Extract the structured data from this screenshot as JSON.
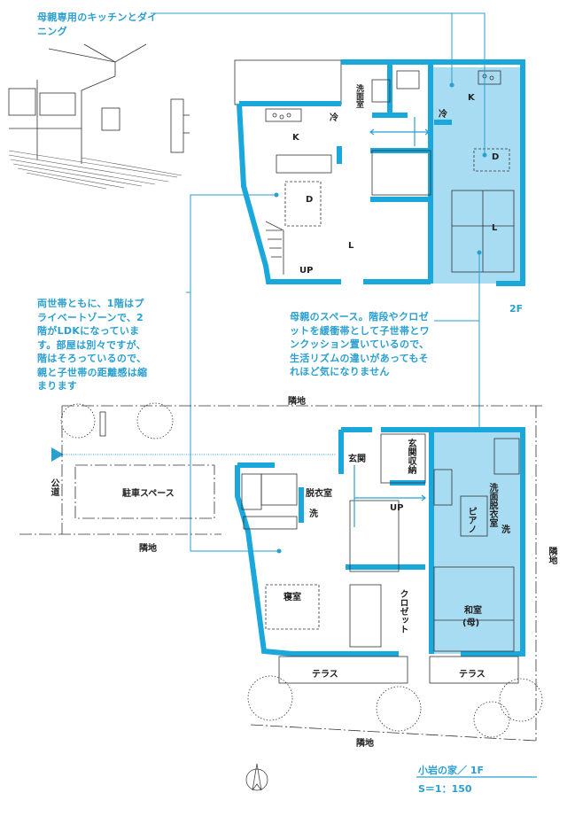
{
  "colors": {
    "wall": "#1aa8dc",
    "mother_zone": "#a8dcf3",
    "annotation": "#2a9fd0",
    "line": "#222222"
  },
  "annotations": {
    "mother_kitchen": "母親専用のキッチンとダイニング",
    "both_households": "両世帯ともに、1階はプライベートゾーンで、2階がLDKになっています。部屋は別々ですが、階はそろっているので、親と子世帯の距離感は縮まります",
    "mother_space": "母親のスペース。階段やクロゼットを緩衝帯として子世帯とワンクッション置いているので、生活リズムの違いがあってもそれほど気になりません"
  },
  "floor2": {
    "label": "2F",
    "rooms": {
      "kitchen_child": "K",
      "fridge_child": "冷",
      "dining_child": "D",
      "living_child": "L",
      "washroom": "洗面室",
      "up": "UP",
      "kitchen_mother": "K",
      "fridge_mother": "冷",
      "dining_mother": "D",
      "living_mother": "L"
    }
  },
  "floor1": {
    "rooms": {
      "entrance": "玄関",
      "entrance_storage": "玄関収納",
      "dressing": "脱衣室",
      "laundry": "洗",
      "up": "UP",
      "bedroom": "寝室",
      "closet": "クロゼット",
      "mother_dressing": "洗面脱衣室",
      "mother_laundry": "洗",
      "piano": "ピアノ",
      "japanese_room": "和室",
      "japanese_room_sub": "(母)",
      "terrace_left": "テラス",
      "terrace_right": "テラス",
      "parking": "駐車スペース",
      "public_road": "公道"
    },
    "neighbor_top": "隣地",
    "neighbor_left": "隣地",
    "neighbor_right": "隣地",
    "neighbor_bottom": "隣地"
  },
  "footer": {
    "title": "小岩の家／ 1F",
    "scale": "S＝1：150"
  }
}
